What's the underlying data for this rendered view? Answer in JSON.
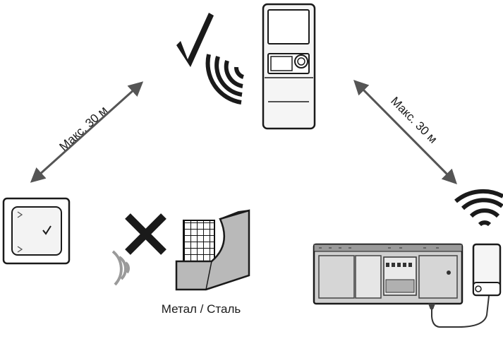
{
  "labels": {
    "left_distance": "Макс. 30 м",
    "right_distance": "Макс. 30 м",
    "obstacle": "Метал / Сталь"
  },
  "colors": {
    "ink": "#1a1a1a",
    "device_fill": "#f2f2f2",
    "module_fill": "#cfcfcf",
    "wall_fill": "#b9b9b9",
    "weak_signal": "#9a9a9a"
  },
  "status": {
    "top_signal": "ok",
    "blocked_signal": "blocked"
  }
}
